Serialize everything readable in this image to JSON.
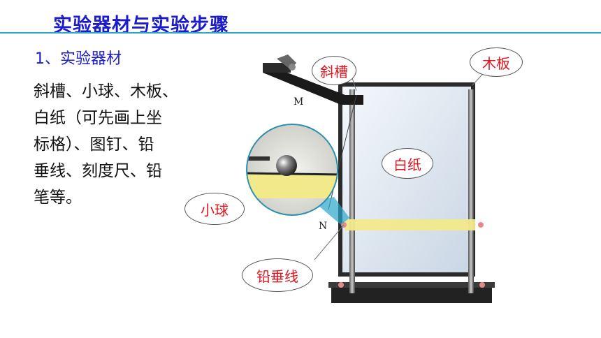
{
  "slide": {
    "title": "实验器材与实验步骤",
    "subheading": "1、实验器材",
    "body": "斜槽、小球、木板、\n白纸（可先画上坐\n标格）、图钉、铅\n垂线、刻度尺、铅\n笔等。"
  },
  "figure": {
    "labels": {
      "chute": "斜槽",
      "board": "木板",
      "paper": "白纸",
      "ball": "小球",
      "plumb_line": "铅垂线"
    },
    "point_m": "M",
    "point_n": "N"
  },
  "colors": {
    "title": "#1b1bcc",
    "rule": "#2aa7c9",
    "callout_text": "#e0141e"
  }
}
